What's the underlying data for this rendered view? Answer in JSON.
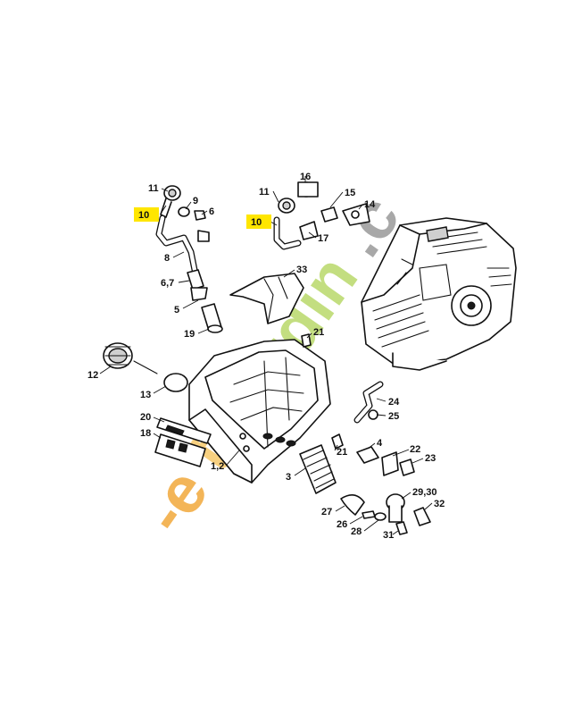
{
  "watermark": {
    "segments": [
      {
        "text": "-e",
        "color": "#f2a93b"
      },
      {
        "text": "t-",
        "color": "#f6c86b"
      },
      {
        "text": "jardin",
        "color": "#b9d96a"
      },
      {
        "text": ".c",
        "color": "#9a9a9a"
      }
    ]
  },
  "callouts": [
    {
      "id": "c10a",
      "text": "10",
      "highlighted": true
    },
    {
      "id": "c11a",
      "text": "11",
      "highlighted": false
    },
    {
      "id": "c9",
      "text": "9",
      "highlighted": false
    },
    {
      "id": "c6",
      "text": "6",
      "highlighted": false
    },
    {
      "id": "c8",
      "text": "8",
      "highlighted": false
    },
    {
      "id": "c67",
      "text": "6,7",
      "highlighted": false
    },
    {
      "id": "c5",
      "text": "5",
      "highlighted": false
    },
    {
      "id": "c19",
      "text": "19",
      "highlighted": false
    },
    {
      "id": "c11b",
      "text": "11",
      "highlighted": false
    },
    {
      "id": "c16",
      "text": "16",
      "highlighted": false
    },
    {
      "id": "c15",
      "text": "15",
      "highlighted": false
    },
    {
      "id": "c14",
      "text": "14",
      "highlighted": false
    },
    {
      "id": "c10b",
      "text": "10",
      "highlighted": true
    },
    {
      "id": "c17",
      "text": "17",
      "highlighted": false
    },
    {
      "id": "c33",
      "text": "33",
      "highlighted": false
    },
    {
      "id": "c21a",
      "text": "21",
      "highlighted": false
    },
    {
      "id": "c12",
      "text": "12",
      "highlighted": false
    },
    {
      "id": "c13",
      "text": "13",
      "highlighted": false
    },
    {
      "id": "c20",
      "text": "20",
      "highlighted": false
    },
    {
      "id": "c18",
      "text": "18",
      "highlighted": false
    },
    {
      "id": "c12b",
      "text": "1,2",
      "highlighted": false
    },
    {
      "id": "c3",
      "text": "3",
      "highlighted": false
    },
    {
      "id": "c24",
      "text": "24",
      "highlighted": false
    },
    {
      "id": "c25",
      "text": "25",
      "highlighted": false
    },
    {
      "id": "c4",
      "text": "4",
      "highlighted": false
    },
    {
      "id": "c22",
      "text": "22",
      "highlighted": false
    },
    {
      "id": "c23",
      "text": "23",
      "highlighted": false
    },
    {
      "id": "c21b",
      "text": "21",
      "highlighted": false
    },
    {
      "id": "c2930",
      "text": "29,30",
      "highlighted": false
    },
    {
      "id": "c32",
      "text": "32",
      "highlighted": false
    },
    {
      "id": "c27",
      "text": "27",
      "highlighted": false
    },
    {
      "id": "c26",
      "text": "26",
      "highlighted": false
    },
    {
      "id": "c28",
      "text": "28",
      "highlighted": false
    },
    {
      "id": "c31",
      "text": "31",
      "highlighted": false
    }
  ]
}
